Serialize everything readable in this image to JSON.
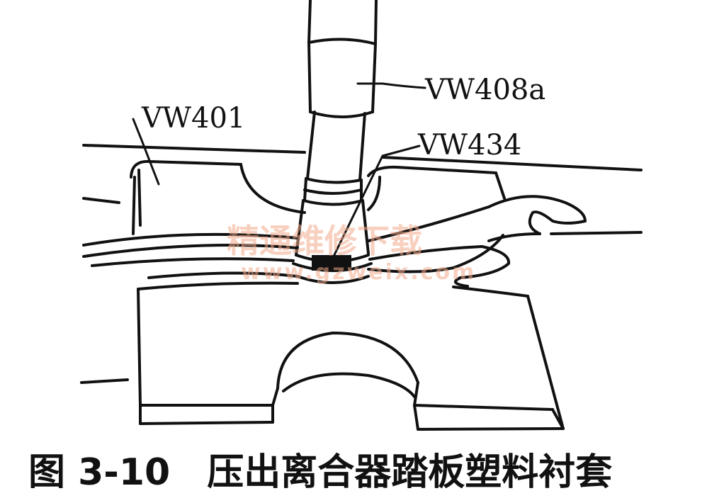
{
  "labels": {
    "tool_vw408a": "VW408a",
    "tool_vw434": "VW434",
    "tool_vw401": "VW401"
  },
  "watermark": {
    "text": "精通维修下载",
    "url": "www.gzweix.com"
  },
  "caption": {
    "figure_number": "图 3-10",
    "title": "压出离合器踏板塑料衬套"
  }
}
